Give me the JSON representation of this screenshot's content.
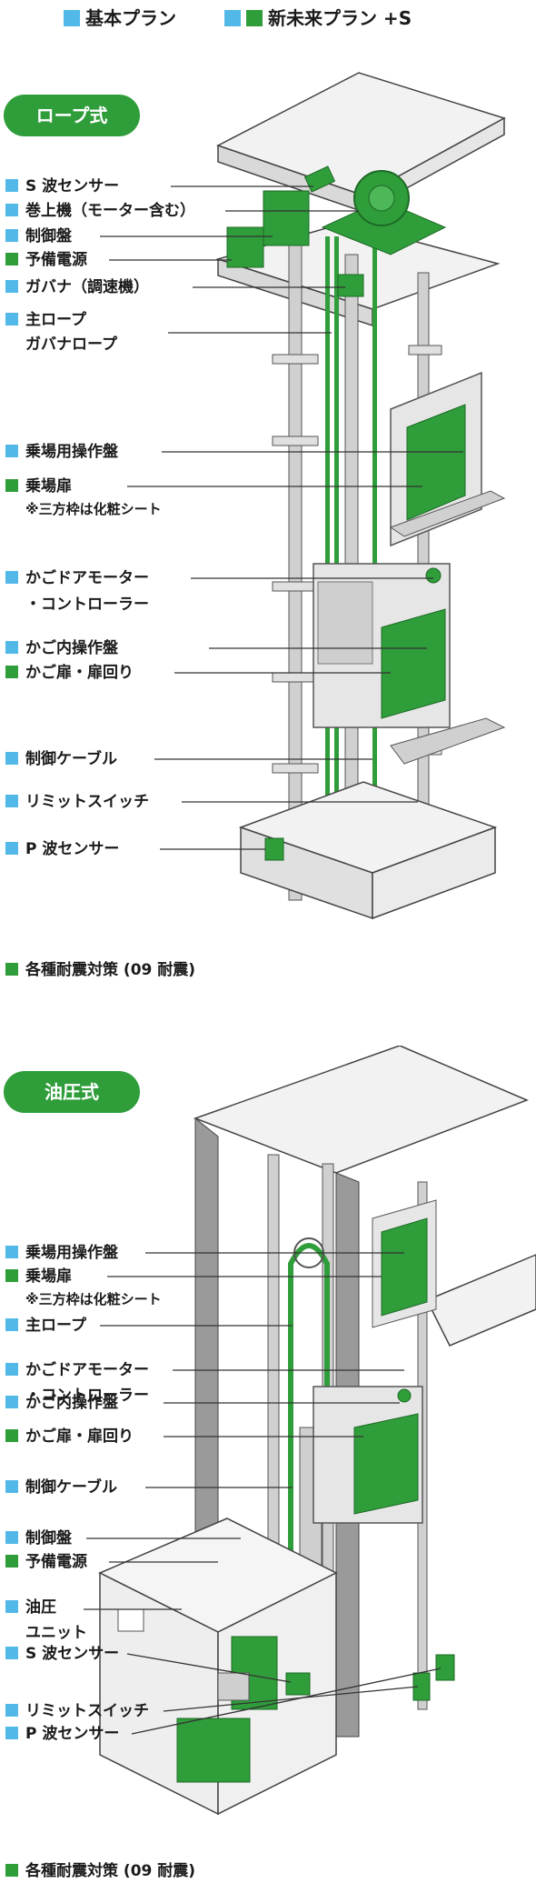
{
  "legend": {
    "basic": "基本プラン",
    "new_plan": "新未来プラン +S"
  },
  "colors": {
    "basic": "#52b8e8",
    "new_plan": "#2f9d3a",
    "line": "#333333",
    "structure": "#bdbdbd"
  },
  "rope": {
    "title": "ロープ式",
    "items": [
      {
        "label": "S 波センサー",
        "marker": "basic"
      },
      {
        "label": "巻上機（モーター含む）",
        "marker": "basic"
      },
      {
        "label": "制御盤",
        "marker": "basic"
      },
      {
        "label": "予備電源",
        "marker": "new"
      },
      {
        "label": "ガバナ（調速機）",
        "marker": "basic"
      },
      {
        "label": "主ロープ",
        "marker": "basic",
        "cont": "ガバナロープ"
      },
      {
        "label": "乗場用操作盤",
        "marker": "basic"
      },
      {
        "label": "乗場扉",
        "marker": "new",
        "note": "※三方枠は化粧シート"
      },
      {
        "label": "かごドアモーター",
        "marker": "basic",
        "cont": "・コントローラー"
      },
      {
        "label": "かご内操作盤",
        "marker": "basic"
      },
      {
        "label": "かご扉・扉回り",
        "marker": "new"
      },
      {
        "label": "制御ケーブル",
        "marker": "basic"
      },
      {
        "label": "リミットスイッチ",
        "marker": "basic"
      },
      {
        "label": "P 波センサー",
        "marker": "basic"
      }
    ],
    "footer": "各種耐震対策 (09 耐震)"
  },
  "hydraulic": {
    "title": "油圧式",
    "items": [
      {
        "label": "乗場用操作盤",
        "marker": "basic"
      },
      {
        "label": "乗場扉",
        "marker": "new",
        "note": "※三方枠は化粧シート"
      },
      {
        "label": "主ロープ",
        "marker": "basic"
      },
      {
        "label": "かごドアモーター",
        "marker": "basic",
        "cont": "・コントローラー"
      },
      {
        "label": "かご内操作盤",
        "marker": "basic"
      },
      {
        "label": "かご扉・扉回り",
        "marker": "new"
      },
      {
        "label": "制御ケーブル",
        "marker": "basic"
      },
      {
        "label": "制御盤",
        "marker": "basic"
      },
      {
        "label": "予備電源",
        "marker": "new"
      },
      {
        "label": "油圧",
        "marker": "basic",
        "cont": "ユニット"
      },
      {
        "label": "S 波センサー",
        "marker": "basic"
      },
      {
        "label": "リミットスイッチ",
        "marker": "basic"
      },
      {
        "label": "P 波センサー",
        "marker": "basic"
      }
    ],
    "footer": "各種耐震対策 (09 耐震)"
  }
}
